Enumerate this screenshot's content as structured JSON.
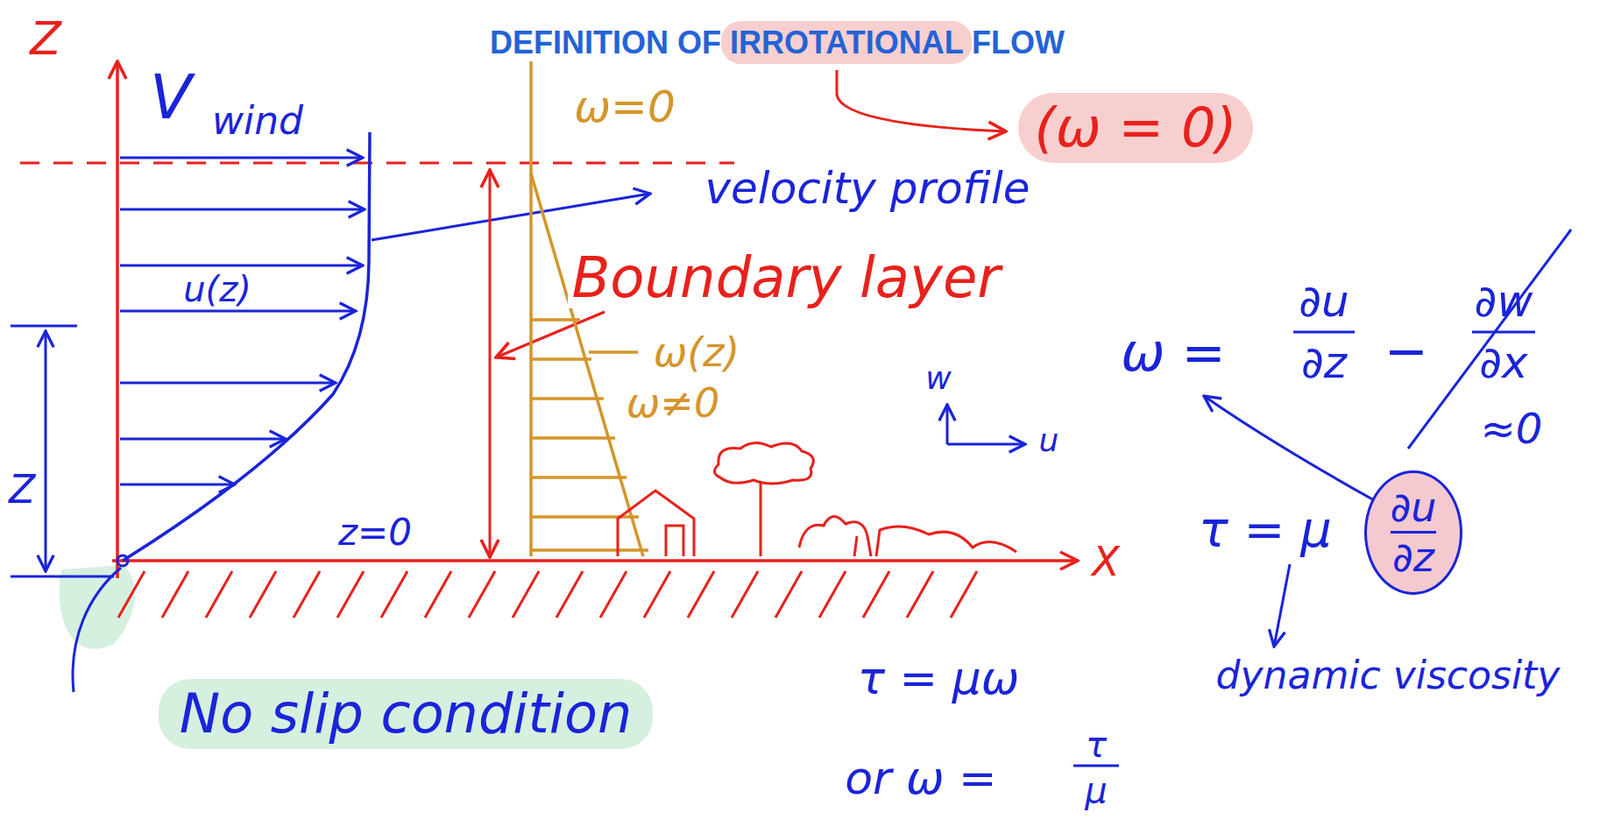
{
  "diagram": {
    "title": "DEFINITION OF IRROTATIONAL FLOW",
    "nodes": [
      {
        "text": [
          "(ω = 0)"
        ]
      },
      {
        "text": [
          "No slip condition"
        ]
      },
      {
        "text": [
          "∂u",
          "∂z"
        ]
      }
    ],
    "labels": [
      "Z",
      "V",
      "wind",
      "ω=0",
      "velocity profile",
      "u(z)",
      "Boundary layer",
      "ω(z)",
      "ω≠0",
      "Z",
      "z=0",
      "X",
      "w",
      "u",
      "ω =",
      "∂u",
      "∂z",
      "−",
      "∂w",
      "∂x",
      "≈0",
      "τ = μ",
      "dynamic viscosity",
      "τ = μω",
      "or ω =",
      "τ",
      "μ"
    ]
  }
}
